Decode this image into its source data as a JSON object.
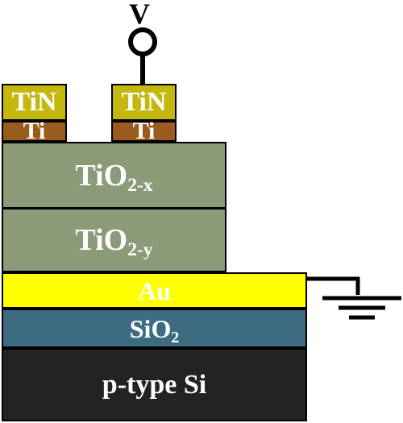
{
  "diagram": {
    "voltage_label": "V",
    "contacts": [
      {
        "top_label": "TiN",
        "bottom_label": "Ti"
      },
      {
        "top_label": "TiN",
        "bottom_label": "Ti"
      }
    ],
    "layers": {
      "tio2x": {
        "base": "TiO",
        "sub": "2-x"
      },
      "tio2y": {
        "base": "TiO",
        "sub": "2-y"
      },
      "au": "Au",
      "sio2": {
        "base": "SiO",
        "sub": "2"
      },
      "si": "p-type Si"
    },
    "colors": {
      "tin": "#c4b80e",
      "ti": "#9a5c1c",
      "tio2": "#8b9a77",
      "au": "#ffff00",
      "sio2": "#3d6b82",
      "si": "#232323"
    },
    "icons": [
      "voltage-terminal-icon",
      "ground-icon"
    ]
  }
}
